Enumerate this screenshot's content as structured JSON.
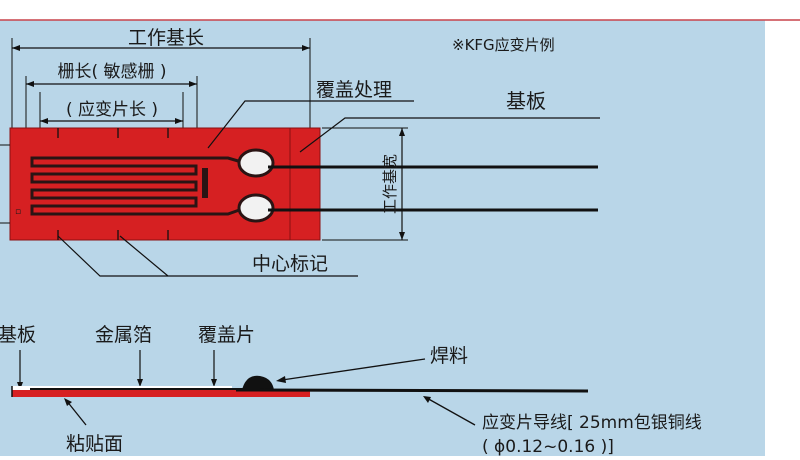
{
  "labels": {
    "work_base_length": "工作基长",
    "grid_length": "栅长( 敏感栅 )",
    "gauge_length": "( 应变片长 )",
    "cover_treatment": "覆盖处理",
    "substrate_top": "基板",
    "work_base_width": "工作基宽",
    "center_mark": "中心标记",
    "kfg_example": "※KFG应变片例",
    "substrate_bottom": "基板",
    "metal_foil": "金属箔",
    "cover_sheet": "覆盖片",
    "solder": "焊料",
    "adhesive_surface": "粘贴面",
    "lead_wire_line1": "应变片导线[ 25mm包银铜线",
    "lead_wire_line2": "( ϕ0.12~0.16 )]"
  },
  "colors": {
    "background": "#b9d6e8",
    "gauge_red": "#d62022",
    "top_rule": "#c9444b",
    "line": "#111111",
    "pad_white": "#f2f2f2"
  }
}
